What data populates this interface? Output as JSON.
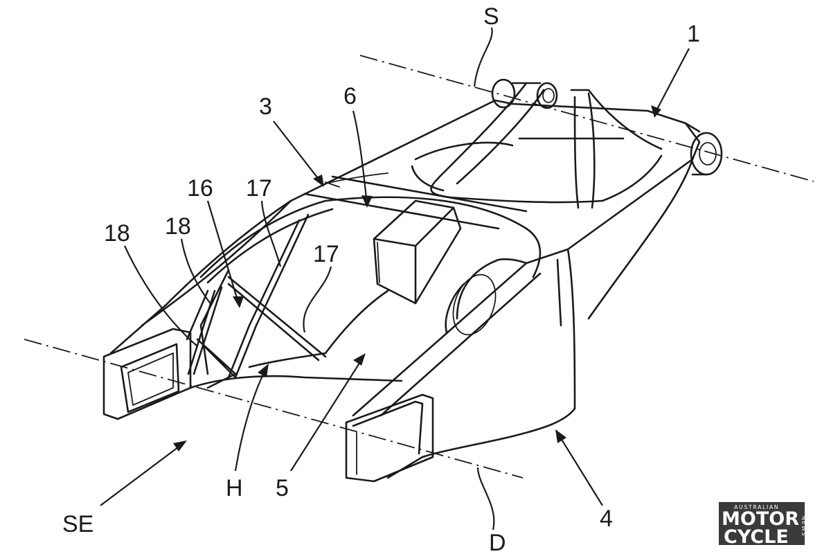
{
  "labels": {
    "s": "S",
    "one": "1",
    "three": "3",
    "six": "6",
    "sixteen": "16",
    "seventeen_a": "17",
    "seventeen_b": "17",
    "eighteen_a": "18",
    "eighteen_b": "18",
    "h": "H",
    "five": "5",
    "se": "SE",
    "d": "D",
    "four": "4"
  },
  "logo": {
    "top": "AUSTRALIAN",
    "line1": "MOTOR",
    "line2": "CYCLE",
    "side": "NEWS"
  },
  "colors": {
    "ink": "#1a1a1a",
    "logo_bg": "#3a3a3a"
  }
}
